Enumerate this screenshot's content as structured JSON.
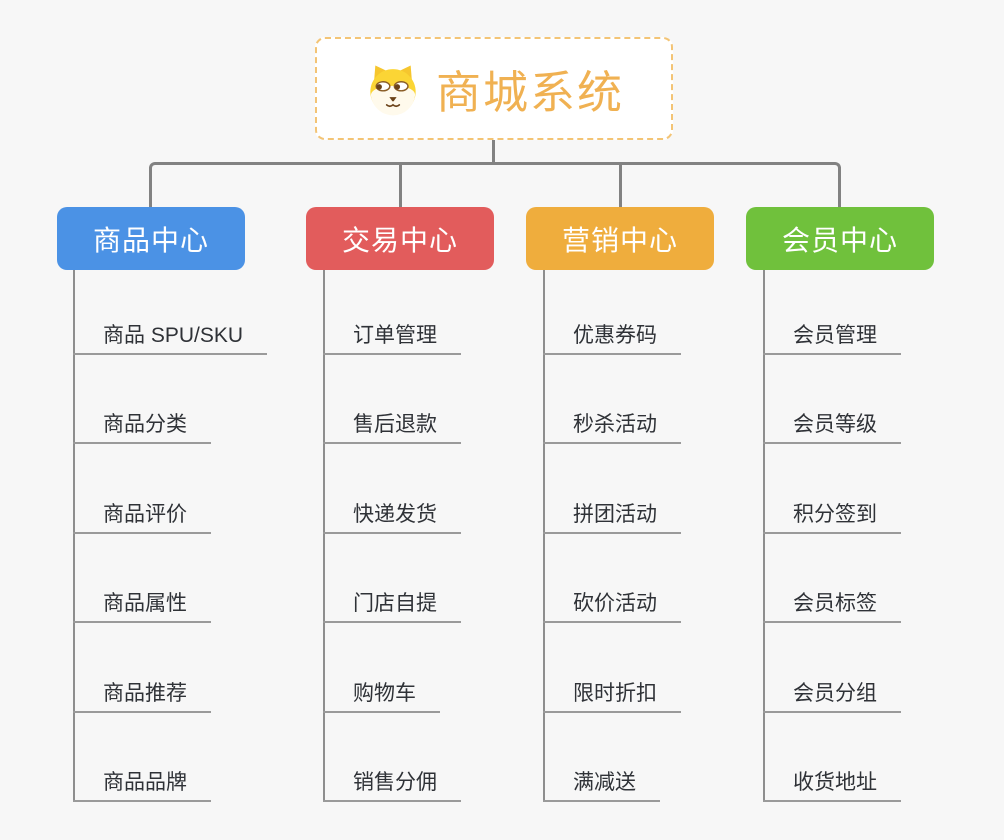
{
  "root": {
    "label": "商城系统",
    "icon": "dog-face-icon",
    "text_color": "#f0b152",
    "border_color": "#f3c475"
  },
  "connector_color": "#828282",
  "background_color": "#f7f7f7",
  "branches": [
    {
      "label": "商品中心",
      "color": "#4b92e5",
      "children": [
        "商品 SPU/SKU",
        "商品分类",
        "商品评价",
        "商品属性",
        "商品推荐",
        "商品品牌"
      ]
    },
    {
      "label": "交易中心",
      "color": "#e25c5c",
      "children": [
        "订单管理",
        "售后退款",
        "快递发货",
        "门店自提",
        "购物车",
        "销售分佣"
      ]
    },
    {
      "label": "营销中心",
      "color": "#efad3d",
      "children": [
        "优惠券码",
        "秒杀活动",
        "拼团活动",
        "砍价活动",
        "限时折扣",
        "满减送"
      ]
    },
    {
      "label": "会员中心",
      "color": "#70c13c",
      "children": [
        "会员管理",
        "会员等级",
        "积分签到",
        "会员标签",
        "会员分组",
        "收货地址"
      ]
    }
  ]
}
